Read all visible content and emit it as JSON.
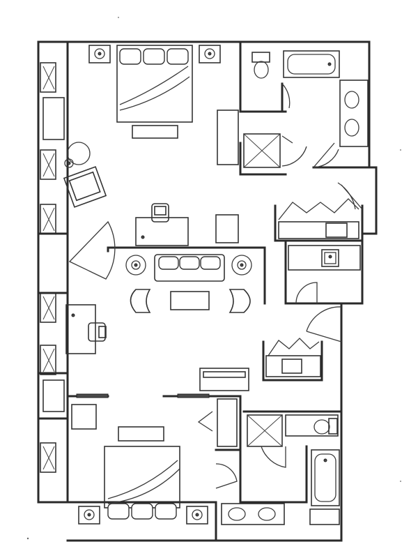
{
  "colors": {
    "ink": "#2a2a2a",
    "paper": "#ffffff",
    "fill": "#4a4a4a"
  },
  "plan": {
    "rooms": [
      "master-bedroom-upper",
      "bath-upper",
      "closet-upper",
      "entry-hall-upper",
      "living-room",
      "kitchenette",
      "entry-hall-lower",
      "master-bedroom-lower",
      "bath-lower"
    ],
    "fixtures": [
      "king-bed",
      "nightstand-lamp",
      "bathtub",
      "toilet",
      "double-vanity",
      "shower-stall",
      "desk",
      "desk-chair",
      "armchair",
      "floor-lamp",
      "sofa",
      "coffee-table",
      "club-chair",
      "dining-table",
      "kitchen-counter",
      "sink",
      "wardrobe"
    ]
  }
}
